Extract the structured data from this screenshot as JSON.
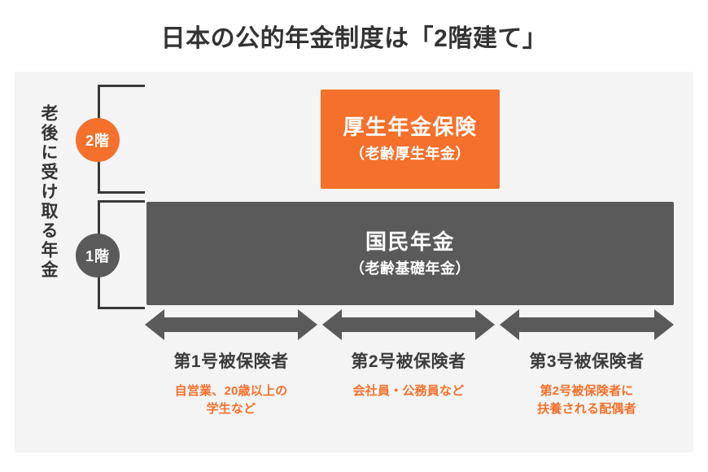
{
  "title": "日本の公的年金制度は「2階建て」",
  "side_label": "老後に受け取る年金",
  "colors": {
    "orange": "#f4702b",
    "gray": "#5a5a5a",
    "panel_bg": "#f4f4f4",
    "title_text": "#333333",
    "bracket": "#3a3a3a"
  },
  "floors": [
    {
      "badge": "2階",
      "color": "#f4702b"
    },
    {
      "badge": "1階",
      "color": "#5a5a5a"
    }
  ],
  "schemes": [
    {
      "id": "kosei",
      "main": "厚生年金保険",
      "sub": "（老齢厚生年金）",
      "color": "#f4702b"
    },
    {
      "id": "kokumin",
      "main": "国民年金",
      "sub": "（老齢基礎年金）",
      "color": "#5a5a5a"
    }
  ],
  "categories": [
    {
      "title": "第1号被保険者",
      "desc": "自営業、20歳以上の\n学生など"
    },
    {
      "title": "第2号被保険者",
      "desc": "会社員・公務員など"
    },
    {
      "title": "第3号被保険者",
      "desc": "第2号被保険者に\n扶養される配偶者"
    }
  ],
  "arrows": {
    "icon": "double-headed-arrow",
    "color": "#5a5a5a",
    "count": 3
  }
}
